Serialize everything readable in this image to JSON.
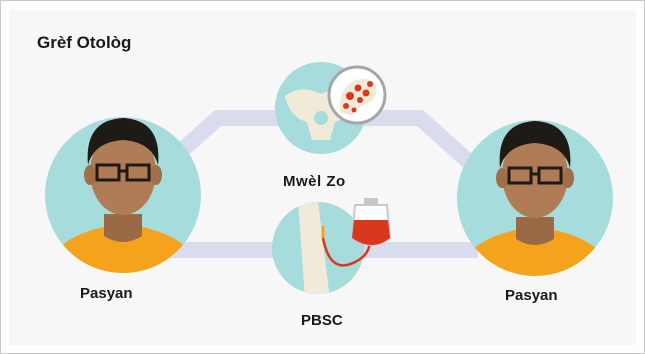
{
  "title": "Grèf Otològ",
  "left_label": "Pasyan",
  "right_label": "Pasyan",
  "marrow_label": "Mwèl Zo",
  "pbsc_label": "PBSC",
  "colors": {
    "panel": "#f7f7f7",
    "connector": "#d8dced",
    "circle": "#a6dcdc",
    "skin": "#b07c55",
    "hair": "#1e1a16",
    "shirt": "#f5a21c",
    "blood": "#d9371e",
    "bone": "#f1ead9"
  },
  "icons": [
    "patient-left-icon",
    "bone-marrow-icon",
    "blood-bag-icon",
    "patient-right-icon"
  ]
}
